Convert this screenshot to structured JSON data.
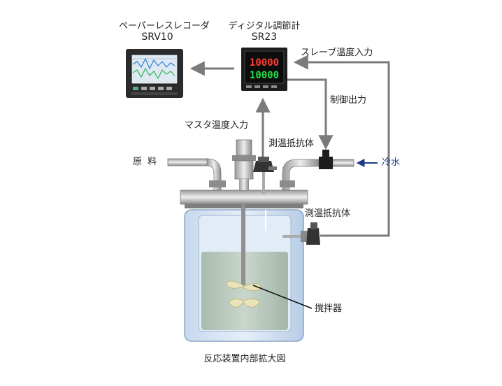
{
  "recorder": {
    "name": "ペーパーレスレコーダ",
    "model": "SRV10"
  },
  "controller": {
    "name": "ディジタル調節計",
    "model": "SR23",
    "display_top": "10000",
    "display_bottom": "10000"
  },
  "labels": {
    "slave_input": "スレーブ温度入力",
    "control_output": "制御出力",
    "master_input": "マスタ温度入力",
    "rtd_top": "測温抵抗体",
    "rtd_side": "測温抵抗体",
    "raw_material": "原  料",
    "cooling_water": "冷水",
    "cooling_arrow": "←",
    "stirrer": "撹拌器",
    "caption": "反応装置内部拡大図"
  },
  "colors": {
    "flow_line": "#7b7b7b",
    "vessel_glass": "#cfe0f0",
    "liquid": "#b9c9bf",
    "cooling_label": "#1f3a8a"
  },
  "icons": {
    "recorder": "recorder-icon",
    "controller": "controller-icon",
    "valve": "valve-icon"
  }
}
